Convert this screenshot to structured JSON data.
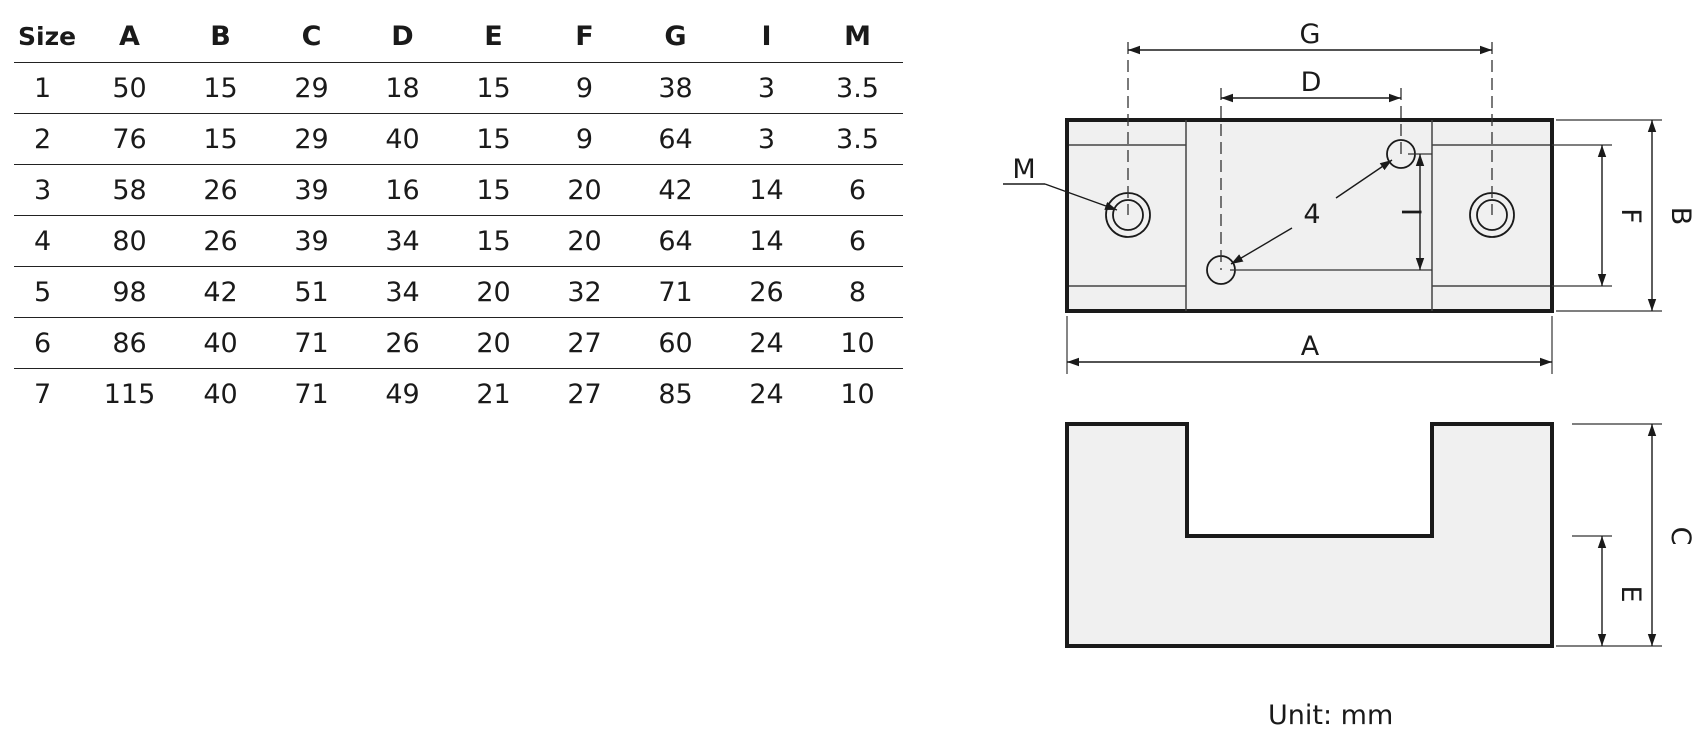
{
  "table": {
    "headers": [
      "Size",
      "A",
      "B",
      "C",
      "D",
      "E",
      "F",
      "G",
      "I",
      "M"
    ],
    "rows": [
      [
        "1",
        "50",
        "15",
        "29",
        "18",
        "15",
        "9",
        "38",
        "3",
        "3.5"
      ],
      [
        "2",
        "76",
        "15",
        "29",
        "40",
        "15",
        "9",
        "64",
        "3",
        "3.5"
      ],
      [
        "3",
        "58",
        "26",
        "39",
        "16",
        "15",
        "20",
        "42",
        "14",
        "6"
      ],
      [
        "4",
        "80",
        "26",
        "39",
        "34",
        "15",
        "20",
        "64",
        "14",
        "6"
      ],
      [
        "5",
        "98",
        "42",
        "51",
        "34",
        "20",
        "32",
        "71",
        "26",
        "8"
      ],
      [
        "6",
        "86",
        "40",
        "71",
        "26",
        "20",
        "27",
        "60",
        "24",
        "10"
      ],
      [
        "7",
        "115",
        "40",
        "71",
        "49",
        "21",
        "27",
        "85",
        "24",
        "10"
      ]
    ]
  },
  "diagram": {
    "labels": {
      "G": "G",
      "D": "D",
      "M": "M",
      "hole_count": "4",
      "I": "I",
      "F": "F",
      "B": "B",
      "A": "A",
      "C": "C",
      "E": "E"
    }
  },
  "unit_note": "Unit: mm"
}
